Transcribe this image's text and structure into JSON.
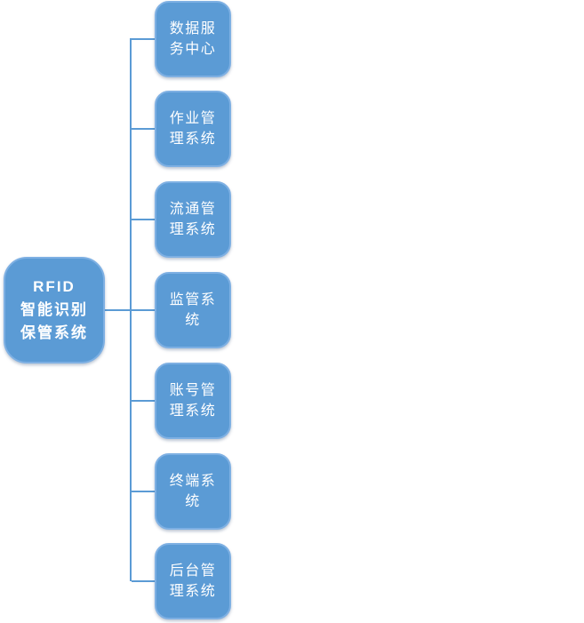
{
  "diagram": {
    "title": "RFID smart identification storage system hierarchy",
    "colors": {
      "node_fill": "#5B9BD5",
      "node_border": "#7EB0E3",
      "connector_line": "#5B9BD5",
      "text": "#FFFFFF",
      "background": "#FFFFFF"
    },
    "root": {
      "label": "RFID\n智能识别\n保管系统"
    },
    "children": [
      {
        "label": "数据服\n务中心"
      },
      {
        "label": "作业管\n理系统"
      },
      {
        "label": "流通管\n理系统"
      },
      {
        "label": "监管系\n统"
      },
      {
        "label": "账号管\n理系统"
      },
      {
        "label": "终端系\n统"
      },
      {
        "label": "后台管\n理系统"
      }
    ]
  }
}
